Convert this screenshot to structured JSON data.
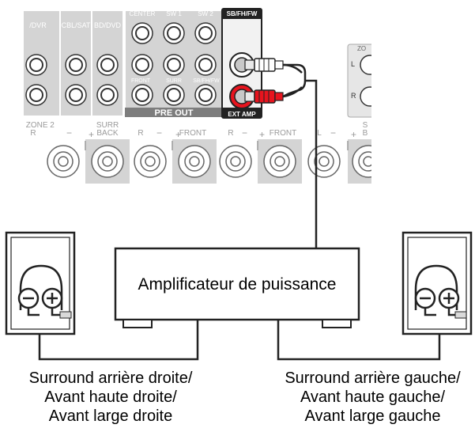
{
  "panel": {
    "top_labels": [
      "/DVR",
      "CBL/SAT",
      "BD/DVD",
      "CENTER",
      "SW 1",
      "SW 2"
    ],
    "sb_label": "SB/FH/FW",
    "mid_labels": [
      "FRONT",
      "SURR",
      "SB/FH/FW"
    ],
    "pre_out": "PRE OUT",
    "ext_amp": "EXT AMP",
    "speaker_labels": [
      {
        "line1": "/ ZONE 2",
        "line2": "R"
      },
      {
        "line1": "SURR",
        "line2": "BACK"
      },
      {
        "line1": "R",
        "line2": ""
      },
      {
        "line1": "FRONT",
        "line2": ""
      },
      {
        "line1": "R",
        "line2": ""
      },
      {
        "line1": "FRONT",
        "line2": ""
      },
      {
        "line1": "L",
        "line2": ""
      }
    ],
    "zone_label": "ZO",
    "zone_l": "L",
    "zone_r": "R",
    "right_s": "S",
    "right_b": "B"
  },
  "amplifier": {
    "label": "Amplificateur de puissance"
  },
  "captions": {
    "left": [
      "Surround arrière droite/",
      "Avant haute droite/",
      "Avant large droite"
    ],
    "right": [
      "Surround arrière gauche/",
      "Avant haute gauche/",
      "Avant large gauche"
    ]
  },
  "colors": {
    "white_plug": "#ffffff",
    "red_plug": "#e8141e",
    "panel_bg": "#d4d4d4"
  }
}
